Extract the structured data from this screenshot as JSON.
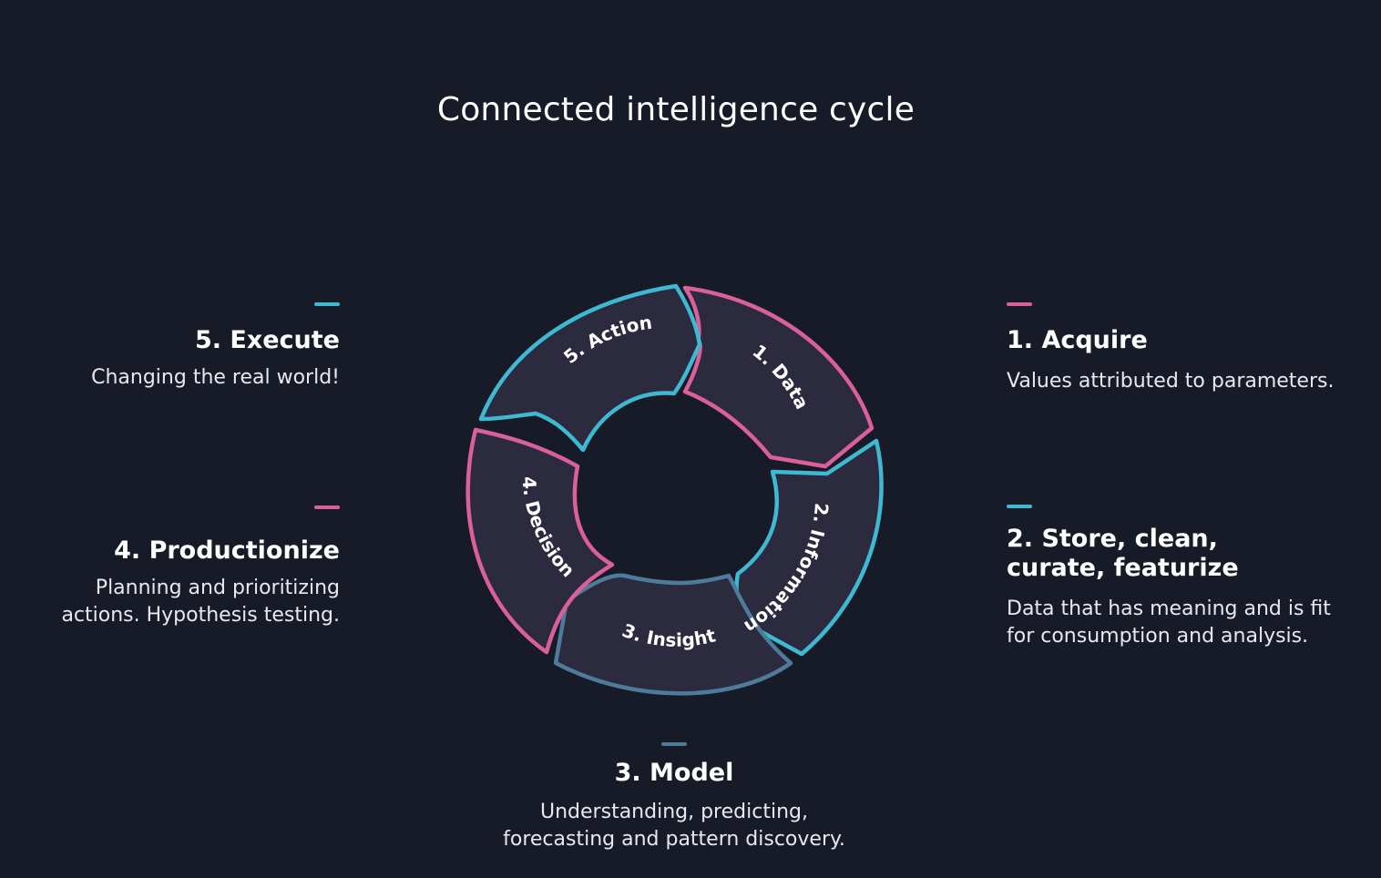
{
  "title": "Connected intelligence cycle",
  "colors": {
    "background": "#171a27",
    "segment_fill": "#2b2a3e",
    "pink": "#d9609a",
    "cyan": "#3fb8d1",
    "slate_blue": "#4f7b9b"
  },
  "cycle_segments": [
    {
      "label": "1. Data",
      "color": "pink"
    },
    {
      "label": "2. Information",
      "color": "cyan"
    },
    {
      "label": "3. Insight",
      "color": "slate_blue"
    },
    {
      "label": "4. Decision",
      "color": "pink"
    },
    {
      "label": "5. Action",
      "color": "cyan"
    }
  ],
  "steps": {
    "acquire": {
      "heading": "1. Acquire",
      "text": "Values attributed to parameters.",
      "color": "pink"
    },
    "store": {
      "heading_line1": "2. Store, clean,",
      "heading_line2": "curate, featurize",
      "text_line1": "Data that has meaning and is fit",
      "text_line2": "for consumption and analysis.",
      "color": "cyan"
    },
    "model": {
      "heading": "3. Model",
      "text_line1": "Understanding, predicting,",
      "text_line2": "forecasting and pattern discovery.",
      "color": "slate_blue"
    },
    "productionize": {
      "heading": "4. Productionize",
      "text_line1": "Planning and prioritizing",
      "text_line2": "actions. Hypothesis testing.",
      "color": "pink"
    },
    "execute": {
      "heading": "5. Execute",
      "text": "Changing the real world!",
      "color": "cyan"
    }
  }
}
